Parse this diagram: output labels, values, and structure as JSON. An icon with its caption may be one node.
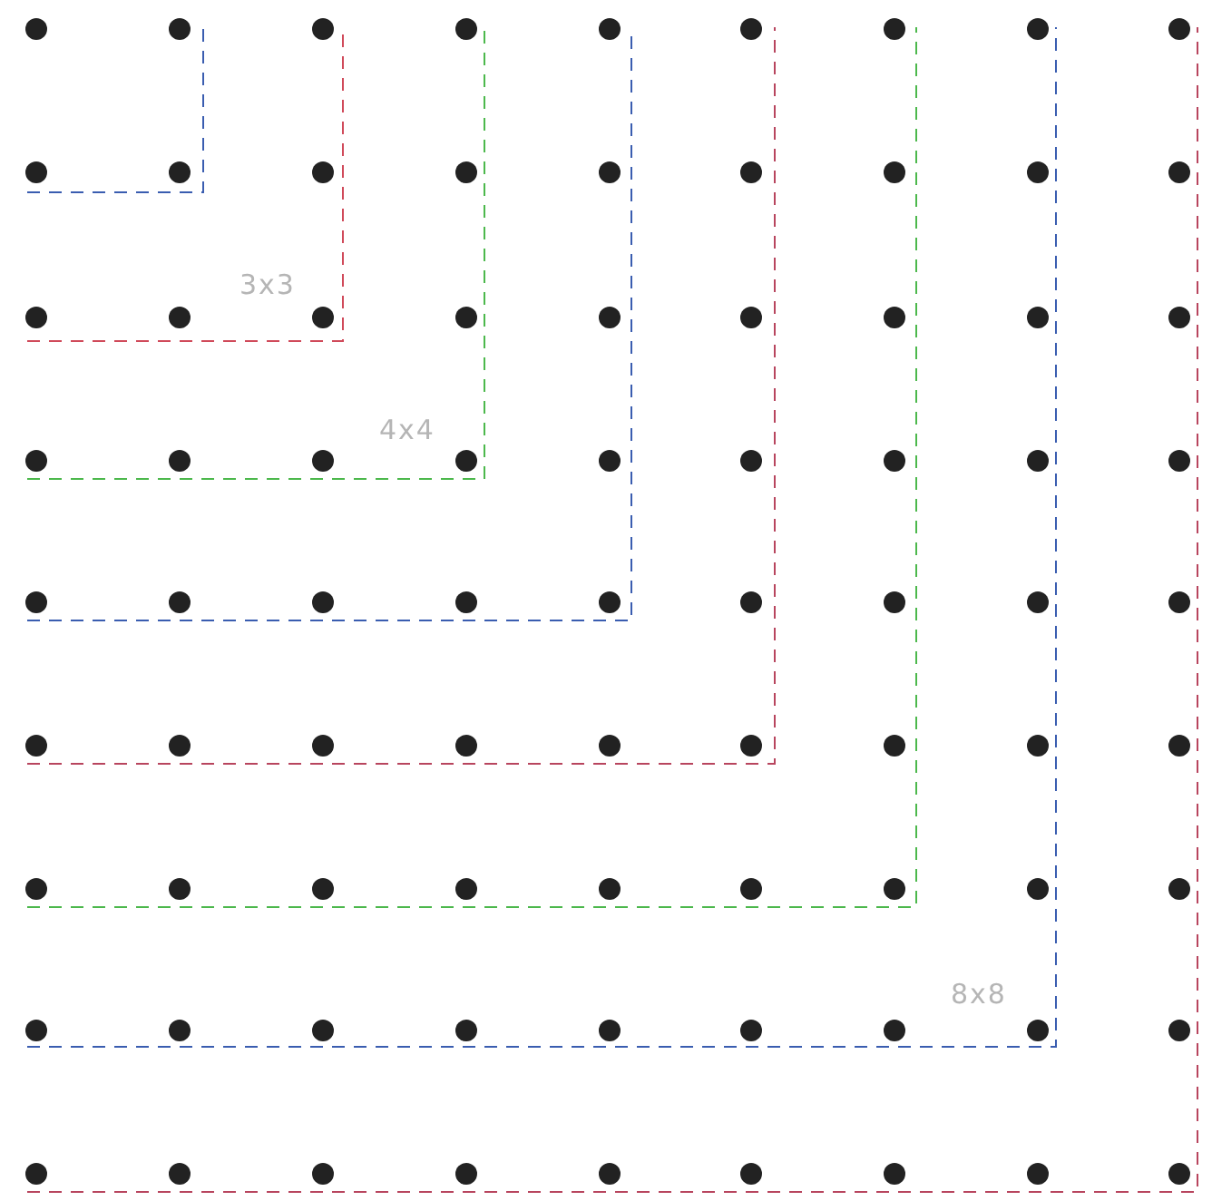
{
  "diagram": {
    "labels": [
      "3x3",
      "4x4",
      "8x8"
    ]
  }
}
